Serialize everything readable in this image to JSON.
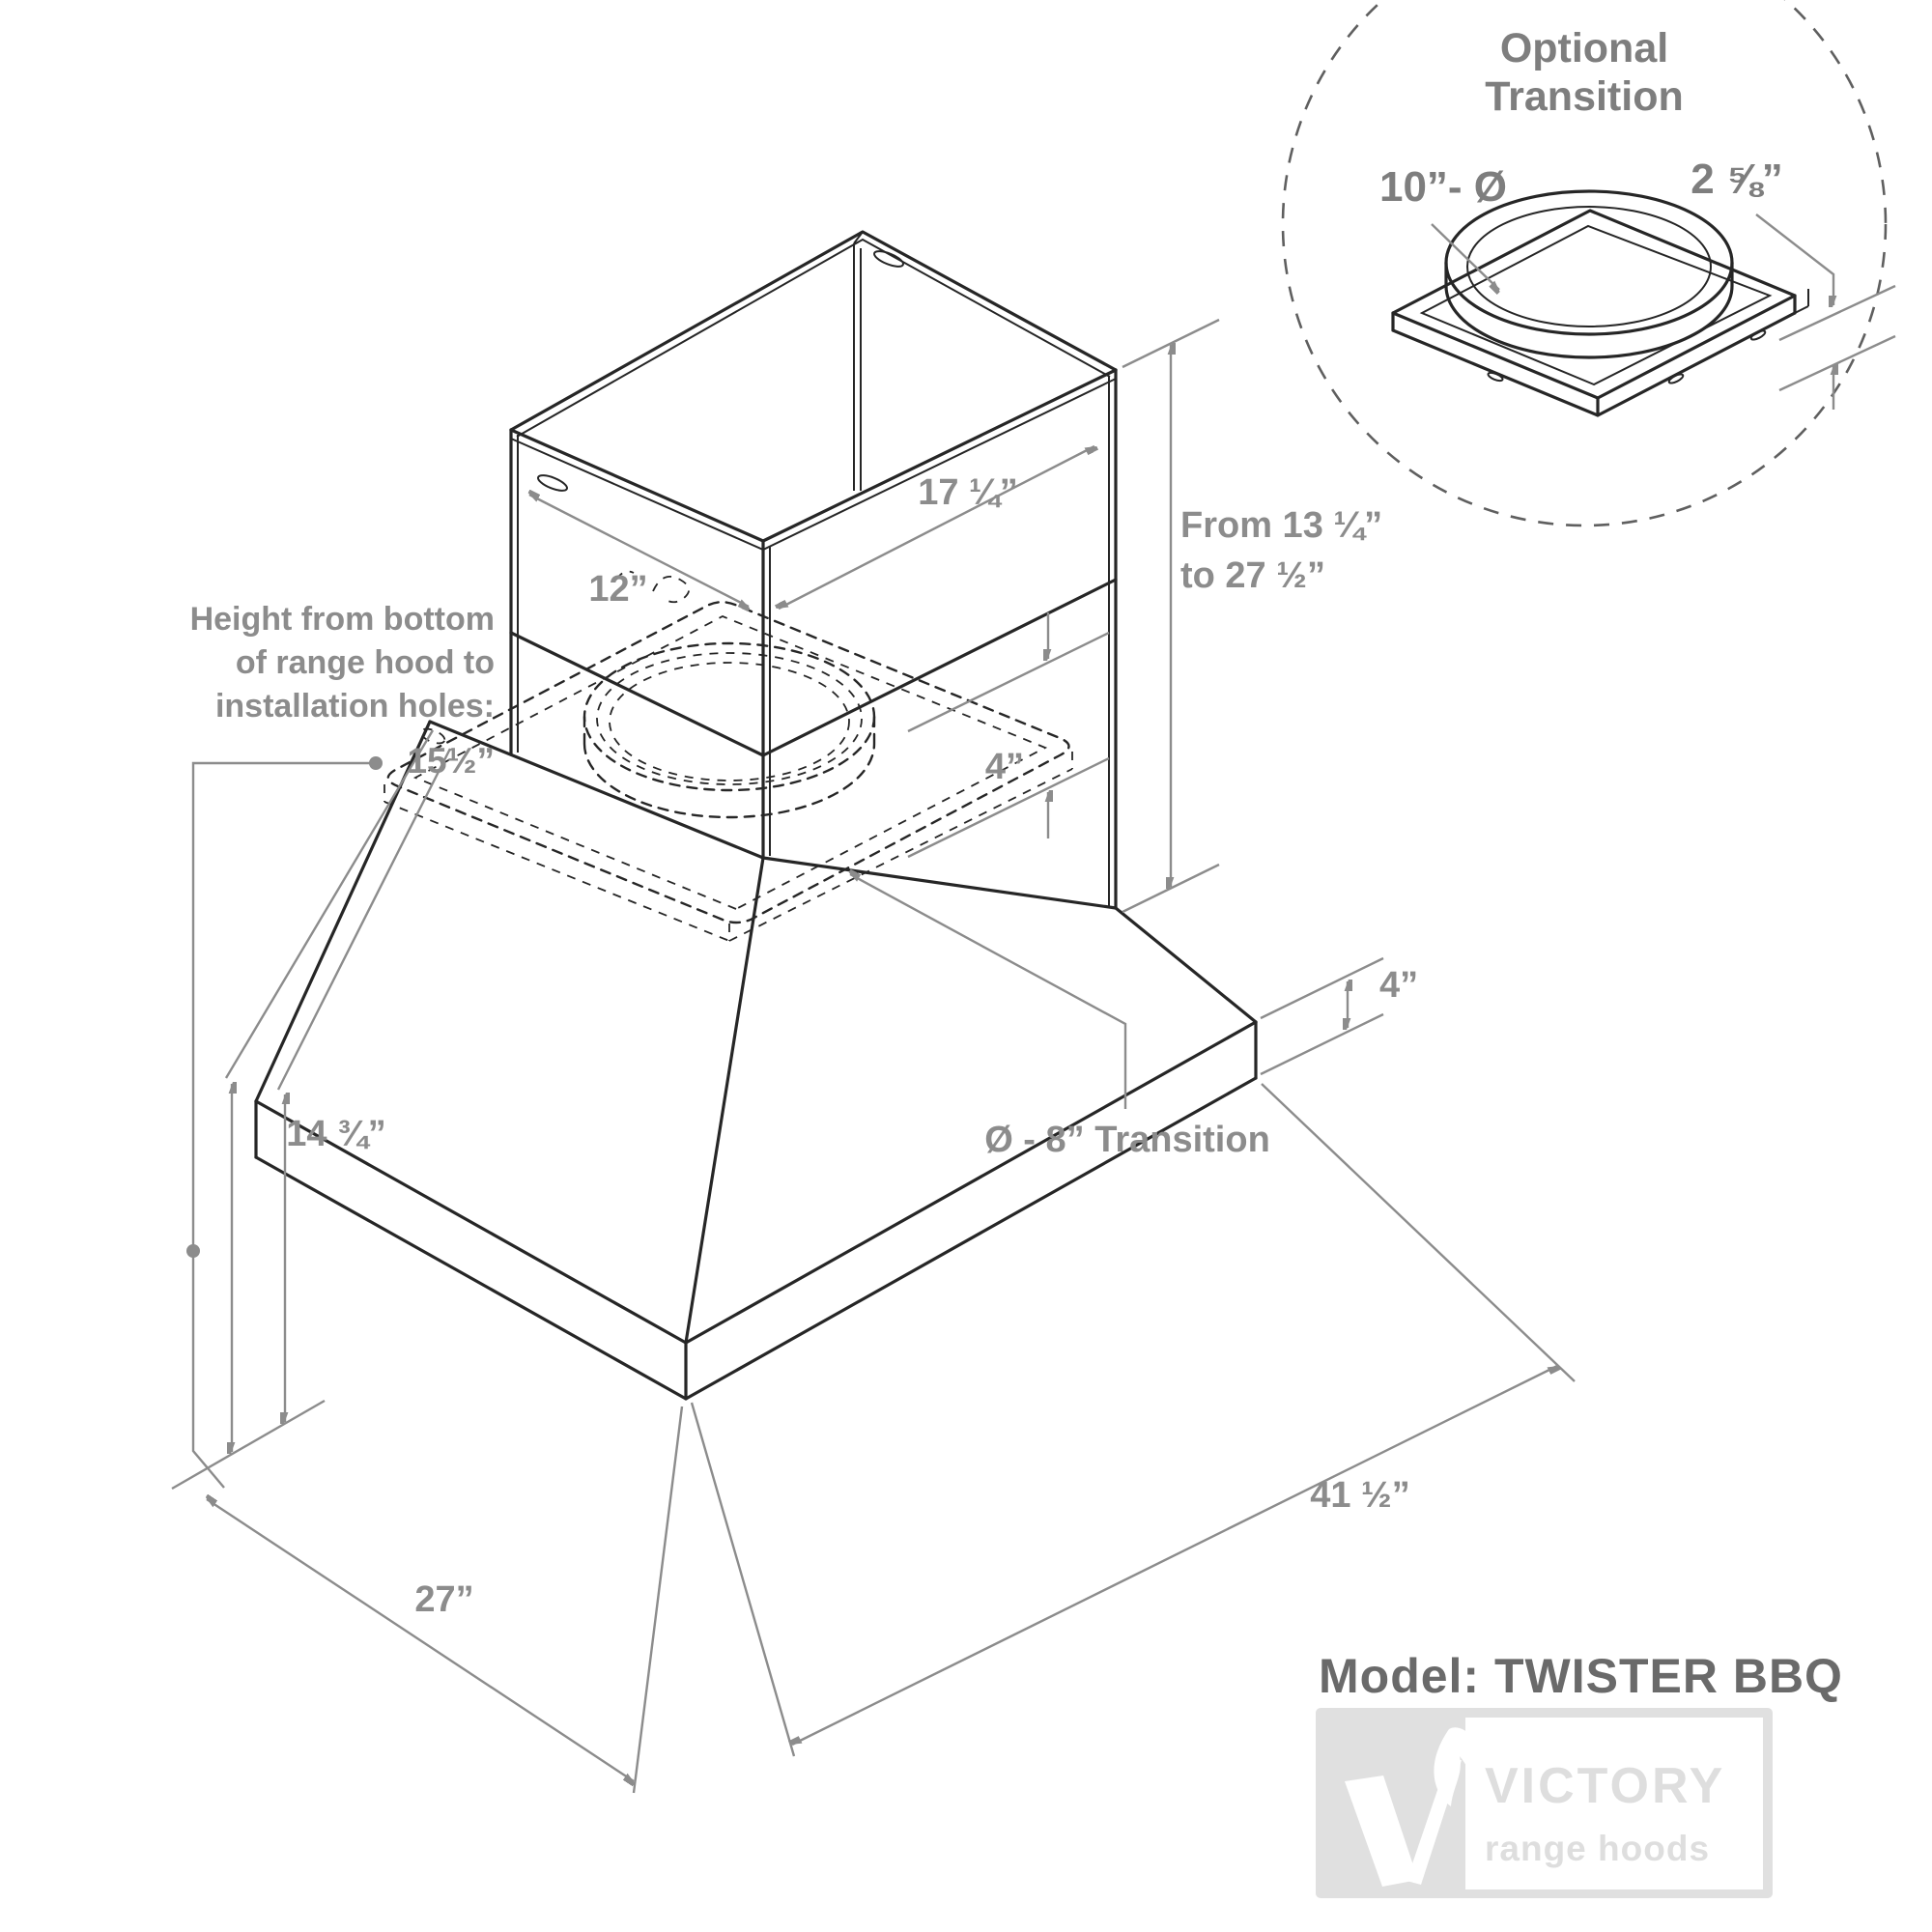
{
  "diagram": {
    "dims": {
      "chimney_depth": "12”",
      "chimney_width": "17 ¼”",
      "collar_height": "4”",
      "chimney_height_range_line1": "From 13 ¼”",
      "chimney_height_range_line2": "to 27 ½”",
      "hood_height": "14 ¾”",
      "hood_depth": "27”",
      "hood_width": "41 ½”",
      "base_height": "4”"
    },
    "install_note": {
      "line1": "Height from bottom",
      "line2": "of range hood to",
      "line3": "installation holes:",
      "value": "15½”"
    },
    "transition_callout": "Ø - 8” Transition",
    "optional_transition": {
      "title_line1": "Optional",
      "title_line2": "Transition",
      "diameter": "10”- Ø",
      "height": "2 ⅝”"
    },
    "model_label": "Model: TWISTER BBQ",
    "brand": {
      "name": "VICTORY",
      "tagline": "range hoods"
    },
    "colors": {
      "drawing_line": "#262626",
      "dimension_gray": "#8c8c8c",
      "model_text": "#6a6a6a",
      "logo_background": "#e0e0e0",
      "logo_text": "#dedede"
    }
  }
}
